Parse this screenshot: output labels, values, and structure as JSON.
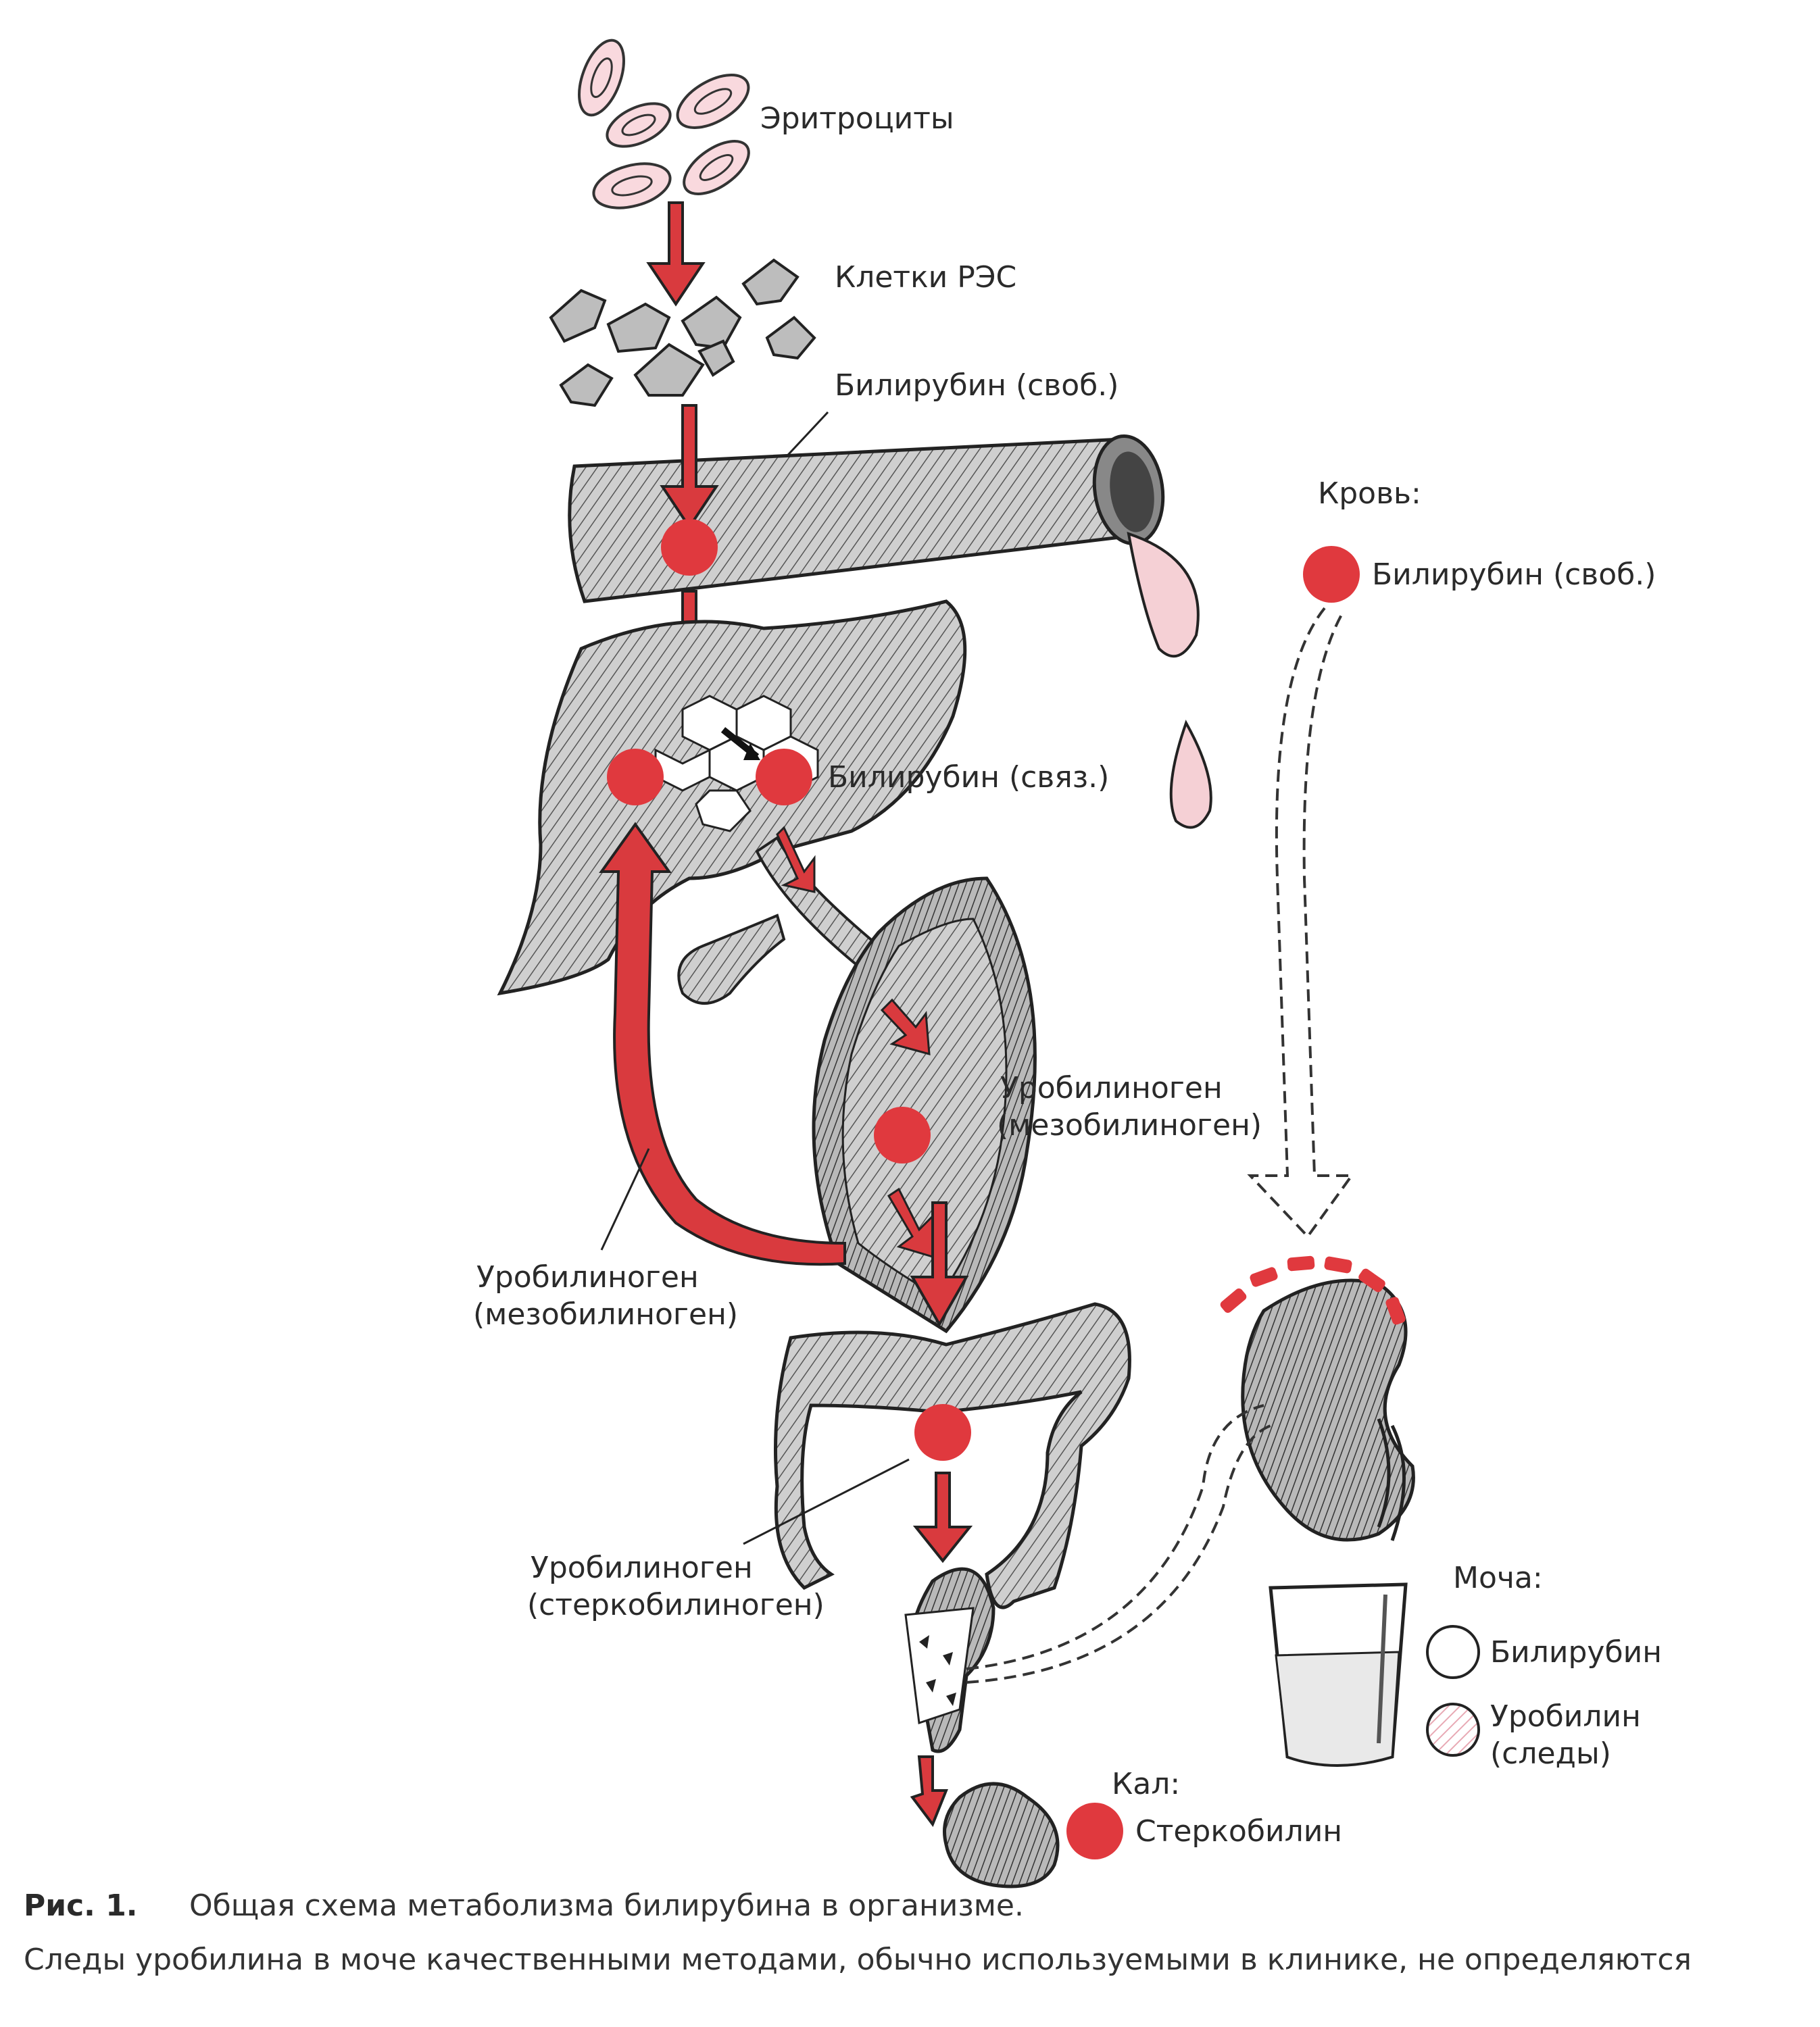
{
  "labels": {
    "erythrocytes": "Эритроциты",
    "res_cells": "Клетки РЭС",
    "bilirubin_free_top": "Билирубин (своб.)",
    "blood_header": "Кровь:",
    "blood_bilirubin_free": "Билирубин (своб.)",
    "bilirubin_bound": "Билирубин (связ.)",
    "urobilinogen_intestine_line1": "Уробилиноген",
    "urobilinogen_intestine_line2": "(мезобилиноген)",
    "urobilinogen_return_line1": "Уробилиноген",
    "urobilinogen_return_line2": "(мезобилиноген)",
    "urobilinogen_colon_line1": "Уробилиноген",
    "urobilinogen_colon_line2": "(стеркобилиноген)",
    "urine_header": "Моча:",
    "urine_bilirubin": "Билирубин",
    "urine_urobilin_line1": "Уробилин",
    "urine_urobilin_line2": "(следы)",
    "feces_header": "Кал:",
    "stercobilin": "Стеркобилин"
  },
  "caption": {
    "figure_label": "Рис. 1.",
    "title": "Общая схема метаболизма билирубина в организме.",
    "note": "Следы уробилина в моче качественными методами, обычно используемыми в клинике, не определяются"
  },
  "colors": {
    "accent_red": "#e0393e",
    "arrow_red": "#d93a3e",
    "organ_fill": "#c9c9c9",
    "organ_stroke": "#222222",
    "blood_drop": "#f5d0d5"
  },
  "icons": [
    "erythrocyte-icon",
    "res-cell-icon",
    "blood-vessel-icon",
    "liver-icon",
    "gallbladder-icon",
    "duodenum-icon",
    "colon-icon",
    "kidney-icon",
    "urine-glass-icon",
    "feces-icon",
    "blood-drop-icon"
  ]
}
